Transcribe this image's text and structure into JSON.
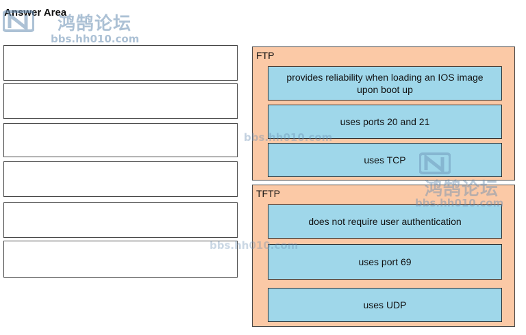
{
  "answer_area": {
    "title": "Answer Area"
  },
  "watermark": {
    "brand": "鸿鹄论坛",
    "url": "bbs.hh010.com"
  },
  "groups": [
    {
      "label": "FTP",
      "items": [
        {
          "text": "provides reliability when loading an IOS image upon boot up"
        },
        {
          "text": "uses ports 20 and 21"
        },
        {
          "text": "uses TCP"
        }
      ]
    },
    {
      "label": "TFTP",
      "items": [
        {
          "text": "does not require user authentication"
        },
        {
          "text": "uses port 69"
        },
        {
          "text": "uses UDP"
        }
      ]
    }
  ],
  "colors": {
    "group_background": "#fbc9a6",
    "item_background": "#9fd7ea",
    "slot_background": "#ffffff",
    "watermark": "#6a8fb3"
  }
}
